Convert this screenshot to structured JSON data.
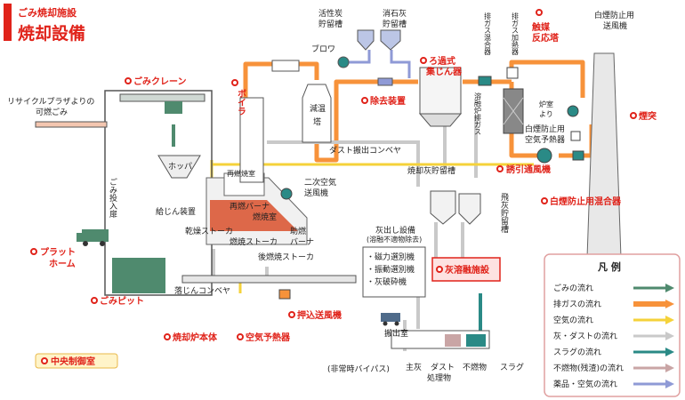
{
  "header": {
    "subtitle": "ごみ焼却施設",
    "title": "焼却設備"
  },
  "colors": {
    "accent": "#e0231a",
    "garbage_flow": "#4f8a6e",
    "exhaust_flow": "#f7923a",
    "air_flow": "#f5d23a",
    "ash_flow": "#c9c9c9",
    "slag_flow": "#2a8a86",
    "chemical_flow": "#8f9ad6"
  },
  "labels": {
    "crane": "ごみクレーン",
    "recycle_line1": "リサイクルプラザよりの",
    "recycle_line2": "可燃ごみ",
    "hopper": "ホッパ",
    "feeder": "給じん装置",
    "door": "ごみ投入扉",
    "platform_line1": "プラット",
    "platform_line2": "ホーム",
    "pit": "ごみピット",
    "boiler": "ボイラ",
    "recombustion": "再燃焼室",
    "recombustion_burner1": "再燃バーナ",
    "recombustion_burner2": "燃焼室",
    "drying_stoker": "乾燥ストーカ",
    "combustion_stoker": "燃焼ストーカ",
    "aux_burner": "助燃",
    "burner": "バーナ",
    "post_stoker": "後燃焼ストーカ",
    "dust_conveyor": "ダスト搬出コンベヤ",
    "secondary_fan1": "二次空気",
    "secondary_fan2": "送風機",
    "cooling_tower1": "減温",
    "cooling_tower2": "塔",
    "blower": "ブロワ",
    "carbon_tank1": "活性炭",
    "carbon_tank2": "貯留槽",
    "lime_tank1": "消石灰",
    "lime_tank2": "貯留槽",
    "removal": "除去装置",
    "bag_filter1": "ろ過式",
    "bag_filter2": "集じん器",
    "mixer_v": "排ガス混合器",
    "heater_v": "排ガス加熱器",
    "catalyst1": "触媒",
    "catalyst2": "反応塔",
    "plume_air1": "白煙防止用",
    "plume_air2": "送風機",
    "chimney": "煙突",
    "furnace1": "炉室",
    "furnace2": "より",
    "plume_heater1": "白煙防止用",
    "plume_heater2": "空気予熱器",
    "induced_fan": "誘引通風機",
    "plume_mixer": "白煙防止用混合器",
    "melt_gas_v": "溶融炉排ガス",
    "ash_tank": "焼却灰貯留槽",
    "fly_ash_v": "飛灰貯留槽",
    "ash_equip1": "灰出し設備",
    "ash_equip2": "(溶融不適物除去)",
    "magnet": "・磁力選別機",
    "vibration": "・振動選別機",
    "crusher": "・灰破砕機",
    "melting": "灰溶融施設",
    "drop_conveyor": "落じんコンベヤ",
    "incinerator": "焼却炉本体",
    "air_preheater": "空気予熱器",
    "forced_fan": "押込送風機",
    "bypass": "(非常時バイパス)",
    "carry_out": "搬出室",
    "main_ash": "主灰",
    "dust_treat1": "ダスト",
    "dust_treat2": "処理物",
    "noncombustible": "不燃物",
    "slag": "スラグ",
    "control_room": "中央制御室"
  },
  "legend": {
    "title": "凡 例",
    "items": [
      {
        "label": "ごみの流れ",
        "color": "#4f8a6e"
      },
      {
        "label": "排ガスの流れ",
        "color": "#f7923a"
      },
      {
        "label": "空気の流れ",
        "color": "#f5d23a"
      },
      {
        "label": "灰・ダストの流れ",
        "color": "#c9c9c9"
      },
      {
        "label": "スラグの流れ",
        "color": "#2a8a86"
      },
      {
        "label": "不燃物(残渣)の流れ",
        "color": "#c9a5a5"
      },
      {
        "label": "薬品・空気の流れ",
        "color": "#8f9ad6"
      }
    ]
  }
}
